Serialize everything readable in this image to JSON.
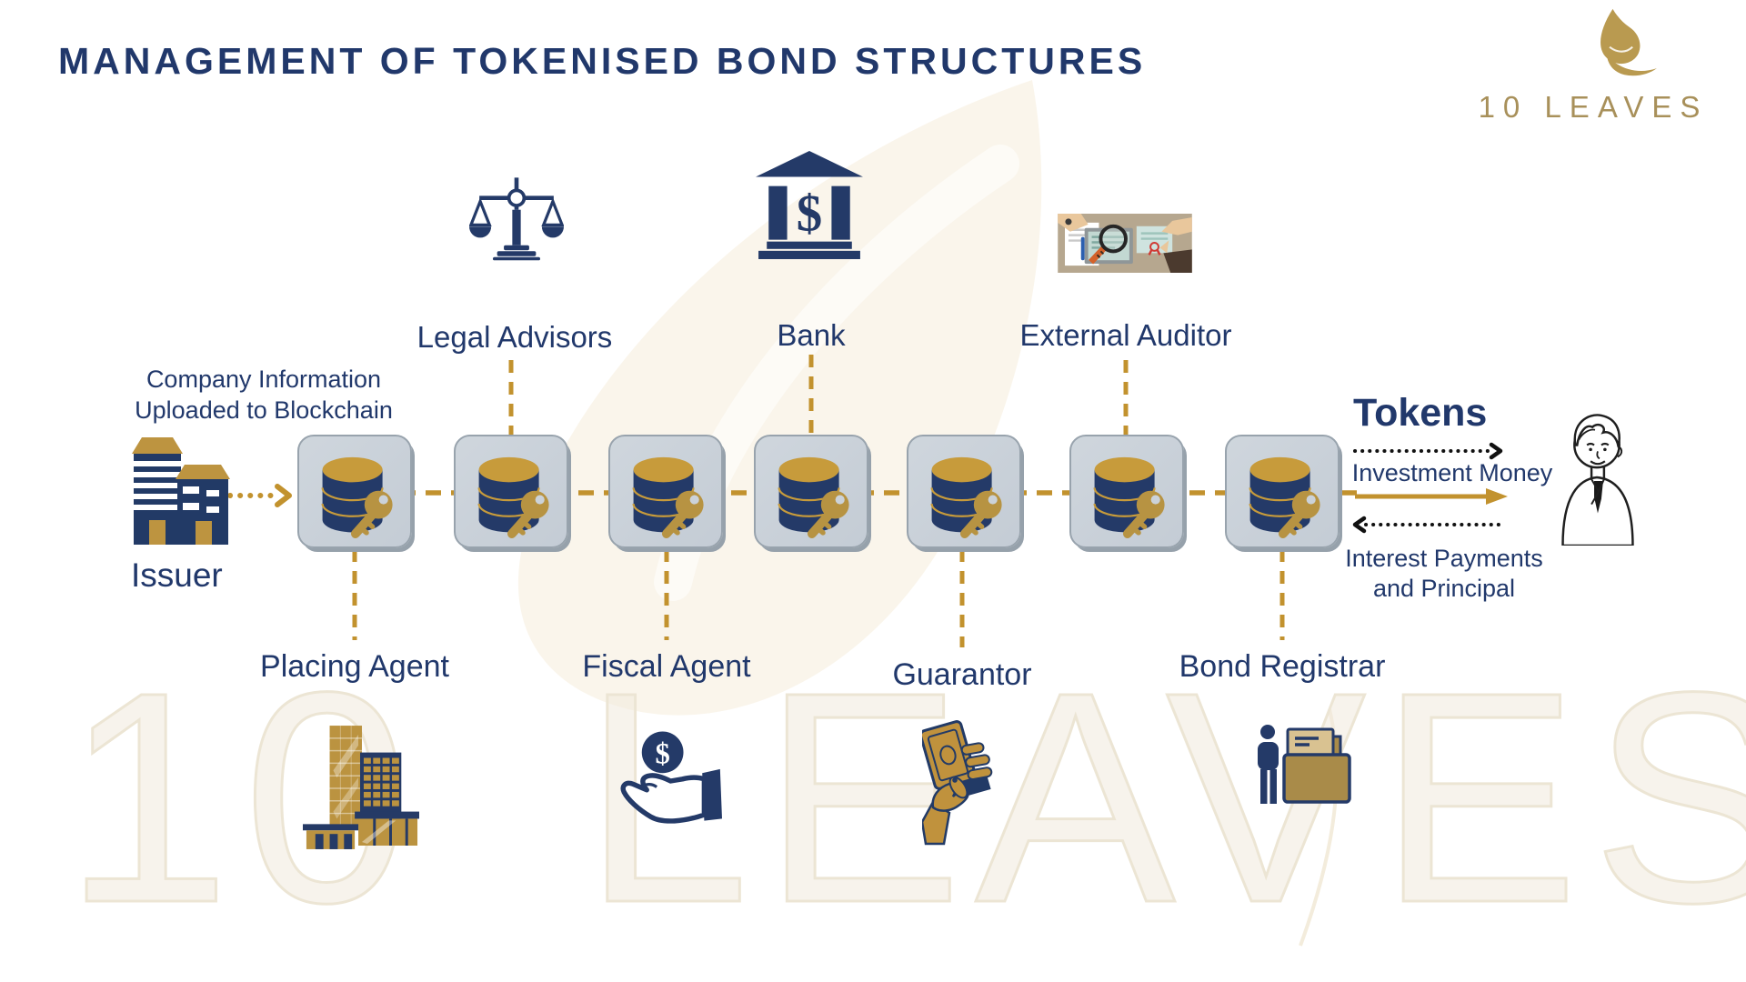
{
  "title": "MANAGEMENT OF TOKENISED BOND STRUCTURES",
  "logo": {
    "wordmark": "10 LEAVES"
  },
  "watermark": {
    "text": "10 LEAVES"
  },
  "glyphs": {
    "dollar": "$"
  },
  "issuer": {
    "annotation_line1": "Company Information",
    "annotation_line2": "Uploaded to Blockchain",
    "label": "Issuer"
  },
  "chain": {
    "block_count": 7
  },
  "top_entities": [
    {
      "label": "Legal Advisors",
      "icon": "scales-of-justice-icon"
    },
    {
      "label": "Bank",
      "icon": "bank-building-icon"
    },
    {
      "label": "External Auditor",
      "icon": "audit-desk-illustration"
    }
  ],
  "bottom_entities": [
    {
      "label": "Placing Agent",
      "icon": "office-building-icon"
    },
    {
      "label": "Fiscal Agent",
      "icon": "hand-holding-coin-icon"
    },
    {
      "label": "Guarantor",
      "icon": "hand-holding-money-icon"
    },
    {
      "label": "Bond Registrar",
      "icon": "registrar-folder-icon"
    }
  ],
  "flows": {
    "tokens_label": "Tokens",
    "investment_label": "Investment Money",
    "interest_line1": "Interest Payments",
    "interest_line2": "and Principal"
  },
  "colors": {
    "navy": "#21386B",
    "gold": "#C2922E",
    "block_fill": "#C9D0D8",
    "watermark_cream": "#F0EADD"
  }
}
